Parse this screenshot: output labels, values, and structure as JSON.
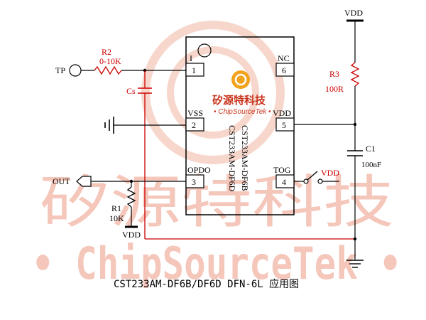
{
  "watermark": {
    "cn": "矽源特科技",
    "en": "• ChipSourceTek •"
  },
  "logo": {
    "cn": "矽源特科技",
    "en": "• ChipSourceTek •"
  },
  "chip": {
    "part_a": "CST233AM-DF6B",
    "part_b": "CST233AM-DF6D",
    "pins": [
      {
        "num": "1",
        "name": "I"
      },
      {
        "num": "2",
        "name": "VSS"
      },
      {
        "num": "3",
        "name": "OPDO"
      },
      {
        "num": "4",
        "name": "TOG"
      },
      {
        "num": "5",
        "name": "VDD"
      },
      {
        "num": "6",
        "name": "NC"
      }
    ]
  },
  "components": {
    "tp": "TP",
    "r2_name": "R2",
    "r2_value": "0-10K",
    "cs": "Cs",
    "r1_name": "R1",
    "r1_value": "10K",
    "r3_name": "R3",
    "r3_value": "100R",
    "c1_name": "C1",
    "c1_value": "100nF",
    "out": "OUT",
    "vdd_top": "VDD",
    "vdd_r1": "VDD",
    "vdd_tog": "VDD"
  },
  "caption": "CST233AM-DF6B/DF6D DFN-6L 应用图",
  "colors": {
    "wire": "#000000",
    "red": "#cc0000",
    "watermark": "#f5c6ba",
    "logo": "#c8341c"
  }
}
